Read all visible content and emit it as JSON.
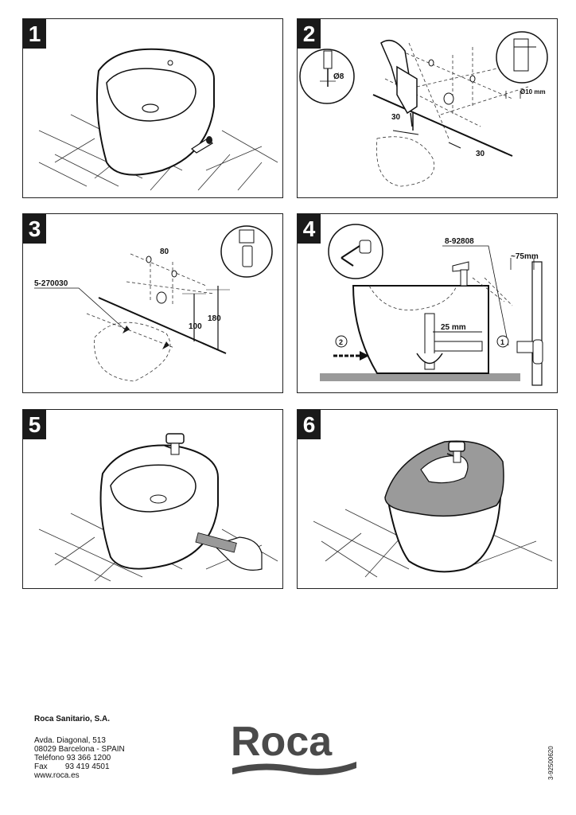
{
  "steps": [
    {
      "number": "1"
    },
    {
      "number": "2",
      "labels": {
        "drill": "Ø8",
        "dist_left": "30",
        "dist_right": "30",
        "pipe": "Ø10 mm"
      }
    },
    {
      "number": "3",
      "labels": {
        "part": "5-270030",
        "width": "80",
        "h1": "100",
        "h2": "180"
      }
    },
    {
      "number": "4",
      "labels": {
        "part": "8-92808",
        "gap": "~75mm",
        "offset": "25 mm",
        "c1": "1",
        "c2": "2"
      }
    },
    {
      "number": "5"
    },
    {
      "number": "6"
    }
  ],
  "footer": {
    "company": "Roca Sanitario, S.A.",
    "address_lines": [
      "Avda. Diagonal, 513",
      "08029 Barcelona - SPAIN",
      "Teléfono 93 366 1200",
      "Fax        93 419 4501",
      "www.roca.es"
    ],
    "logo": "Roca",
    "doc_number": "3-92500620"
  },
  "colors": {
    "ink": "#1a1a1a",
    "logo": "#4a4a4a",
    "fill_grey": "#9a9a9a"
  }
}
